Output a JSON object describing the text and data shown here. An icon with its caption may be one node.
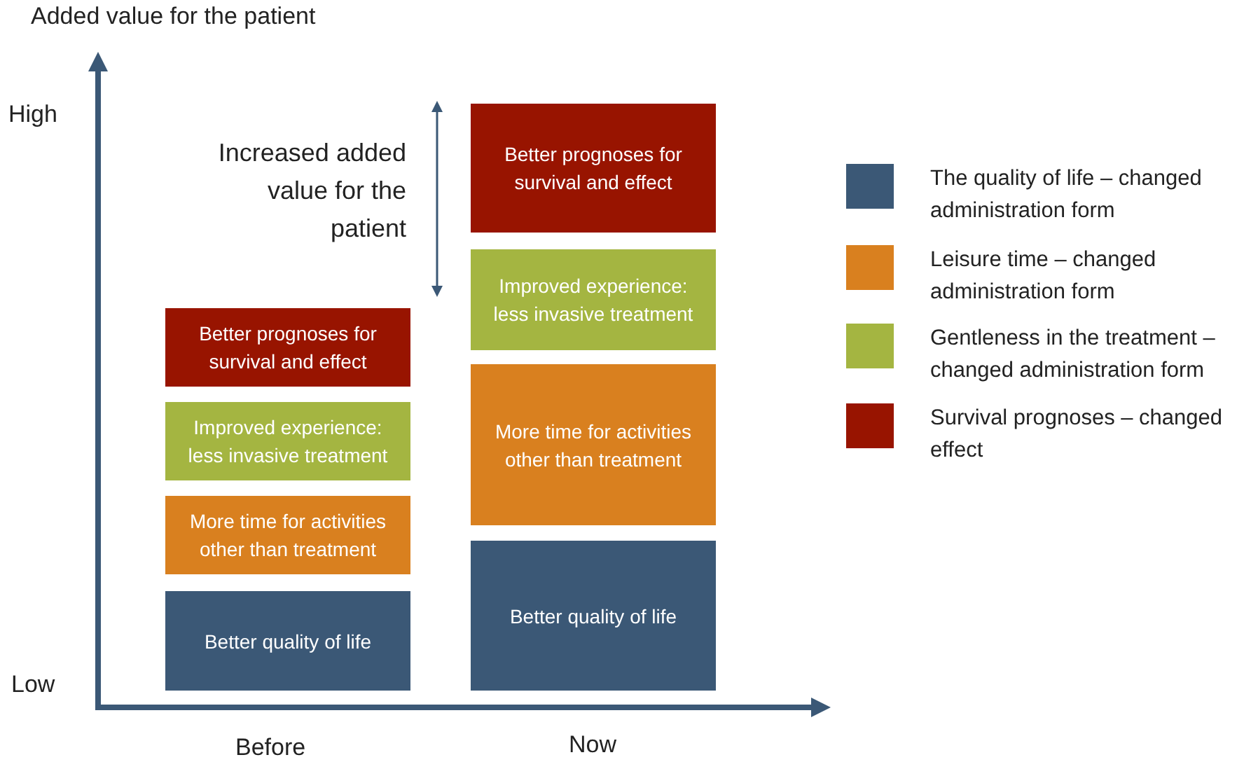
{
  "diagram": {
    "nodes": [
      {
        "text": [
          "Better prognoses for survival and effect"
        ]
      },
      {
        "text": [
          "Improved experience: less invasive treatment"
        ]
      },
      {
        "text": [
          "More time for activities other than treatment"
        ]
      },
      {
        "text": [
          "Better quality of life"
        ]
      },
      {
        "text": [
          "Better prognoses for survival and effect"
        ]
      },
      {
        "text": [
          "Improved experience: less invasive treatment"
        ]
      },
      {
        "text": [
          "More time for activities other than treatment"
        ]
      },
      {
        "text": [
          "Better quality of life"
        ]
      }
    ],
    "edges": [],
    "labels": [
      "Added value for the patient",
      "High",
      "Increased added value for the patient",
      "Low",
      "Before",
      "Now"
    ],
    "legend": [
      {
        "text": "The quality of life – changed administration form",
        "color": "#3b5876"
      },
      {
        "text": "Leisure time – changed administration form",
        "color": "#d9801f"
      },
      {
        "text": "Gentleness in the treatment – changed administration form",
        "color": "#a4b541"
      },
      {
        "text": "Survival prognoses – changed effect",
        "color": "#981400"
      }
    ]
  }
}
